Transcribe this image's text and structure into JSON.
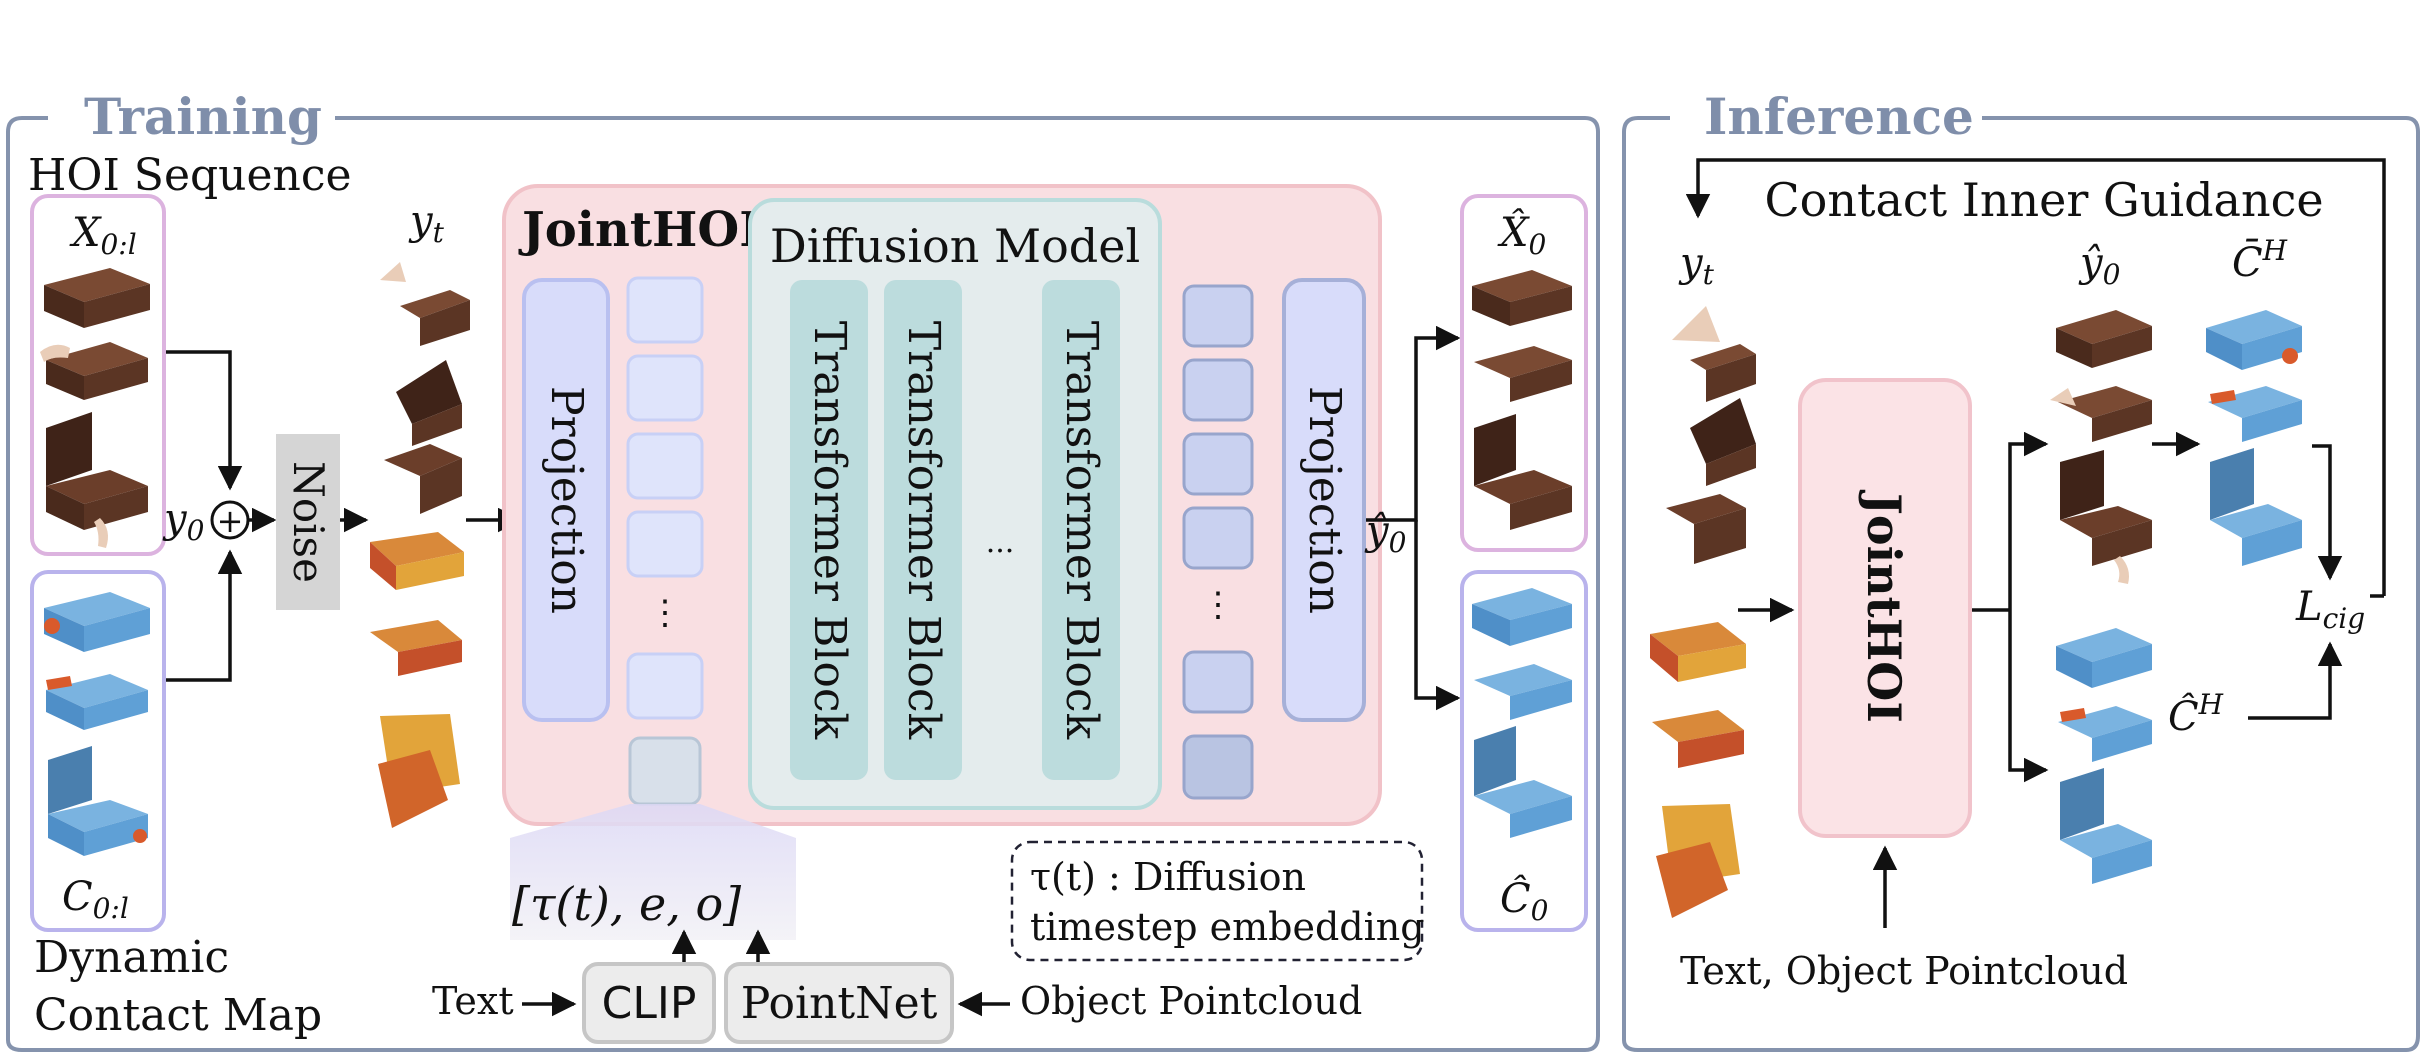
{
  "training": {
    "title": "Training",
    "hoi_sequence_label": "HOI Sequence",
    "x_label": "X",
    "x_sub": "0:l",
    "c_label": "C",
    "c_sub": "0:l",
    "dynamic_contact_map_line1": "Dynamic",
    "dynamic_contact_map_line2": "Contact Map",
    "y0_label": "y",
    "y0_sub": "0",
    "plus_symbol": "+",
    "noise_label": "Noise",
    "yt_label": "y",
    "yt_sub": "t",
    "jointhoi_title": "JointHOI",
    "diffusion_model_title": "Diffusion Model",
    "projection_label": "Projection",
    "transformer_block_label": "Transformer Block",
    "ellipsis": "...",
    "token_ellipsis": "⋮",
    "condition_tuple": "[τ(t),  e,  o]",
    "text_label": "Text",
    "clip_label": "CLIP",
    "pointnet_label": "PointNet",
    "object_pointcloud_label": "Object Pointcloud",
    "legend_line1": "τ(t) : Diffusion",
    "legend_line2": "timestep embedding",
    "y0hat_label": "ŷ",
    "y0hat_sub": "0",
    "x0hat_label": "X̂",
    "x0hat_sub": "0",
    "c0hat_label": "Ĉ",
    "c0hat_sub": "0"
  },
  "inference": {
    "title": "Inference",
    "contact_inner_guidance": "Contact Inner Guidance",
    "yt_label": "y",
    "yt_sub": "t",
    "y0hat_label": "ŷ",
    "y0hat_sub": "0",
    "cbar_label": "C̄",
    "cbar_sup": "H",
    "chat_label": "Ĉ",
    "chat_sup": "H",
    "jointhoi_label": "JointHOI",
    "lcig_label": "L",
    "lcig_sub": "cig",
    "input_label": "Text, Object Pointcloud"
  },
  "colors": {
    "frame": "#8593ad",
    "title": "#7f8eaa",
    "jointhoi_bg": "#f9dfe2",
    "jointhoi_border": "#f1c2c8",
    "diffusion_bg": "#e4eced",
    "diffusion_border": "#b9dcdc",
    "projection_bg": "#d8dcfa",
    "projection_border": "#b9c0f0",
    "transformer_bg": "#bcdcdd",
    "token_left_bg": "#dfe4fb",
    "token_right_bg": "#c9d1f0",
    "token_right_border": "#98a5cc",
    "hoi_border": "#dcb3df",
    "contact_border": "#b9b3ec",
    "box_brown": "#5b3524",
    "box_blue": "#5fa0d6",
    "noise_bg": "#d5d5d5",
    "encoder_bg": "#ececec",
    "jointhoi_inf_bg": "#fbe3e6",
    "jointhoi_inf_border": "#f1c3cb"
  }
}
